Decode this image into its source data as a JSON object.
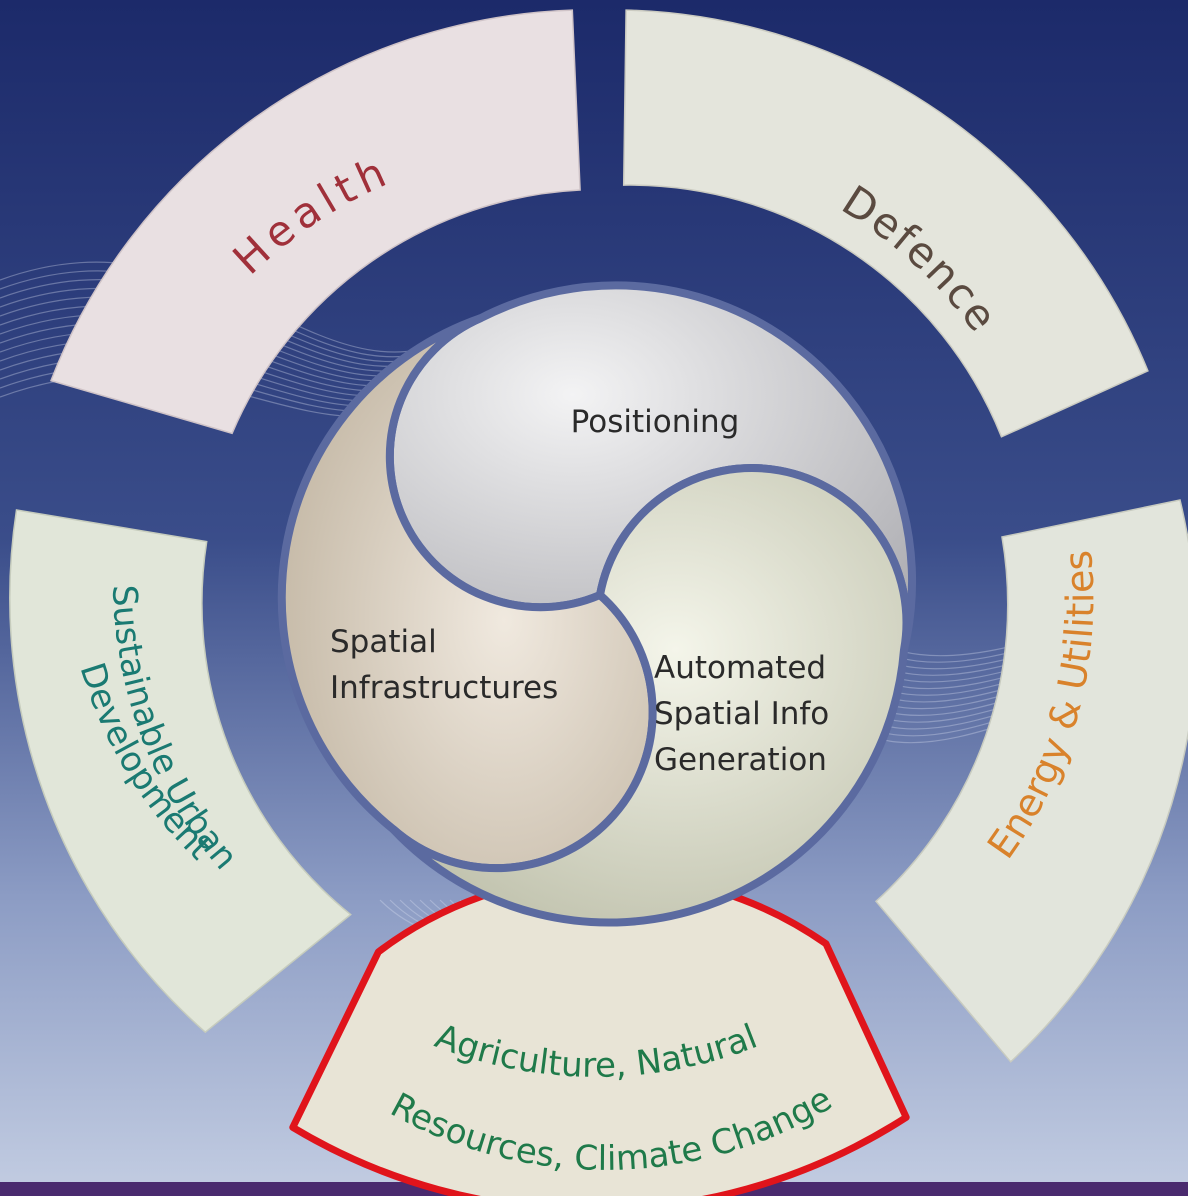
{
  "outer_segments": [
    {
      "id": "health",
      "label": "Health",
      "color": "#a0303a",
      "highlighted": false
    },
    {
      "id": "defence",
      "label": "Defence",
      "color": "#5a4a40",
      "highlighted": false
    },
    {
      "id": "energy",
      "label": "Energy & Utilities",
      "color": "#d9822b",
      "highlighted": false
    },
    {
      "id": "agriculture",
      "lines": [
        "Agriculture, Natural",
        "Resources, Climate Change"
      ],
      "color": "#1f7a4a",
      "highlighted": true
    },
    {
      "id": "urban",
      "lines": [
        "Sustainable Urban",
        "Development"
      ],
      "color": "#1a7a72",
      "highlighted": false
    }
  ],
  "core": {
    "positioning": "Positioning",
    "spatial": [
      "Spatial",
      "Infrastructures"
    ],
    "automated": [
      "Automated",
      "Spatial Info",
      "Generation"
    ]
  },
  "colors": {
    "background_top": "#1f2f6e",
    "background_bottom": "#b8c4dc",
    "bottom_band": "#4a2a6e",
    "highlight_outline": "#e0141b",
    "core_text": "#2a2a2a"
  }
}
